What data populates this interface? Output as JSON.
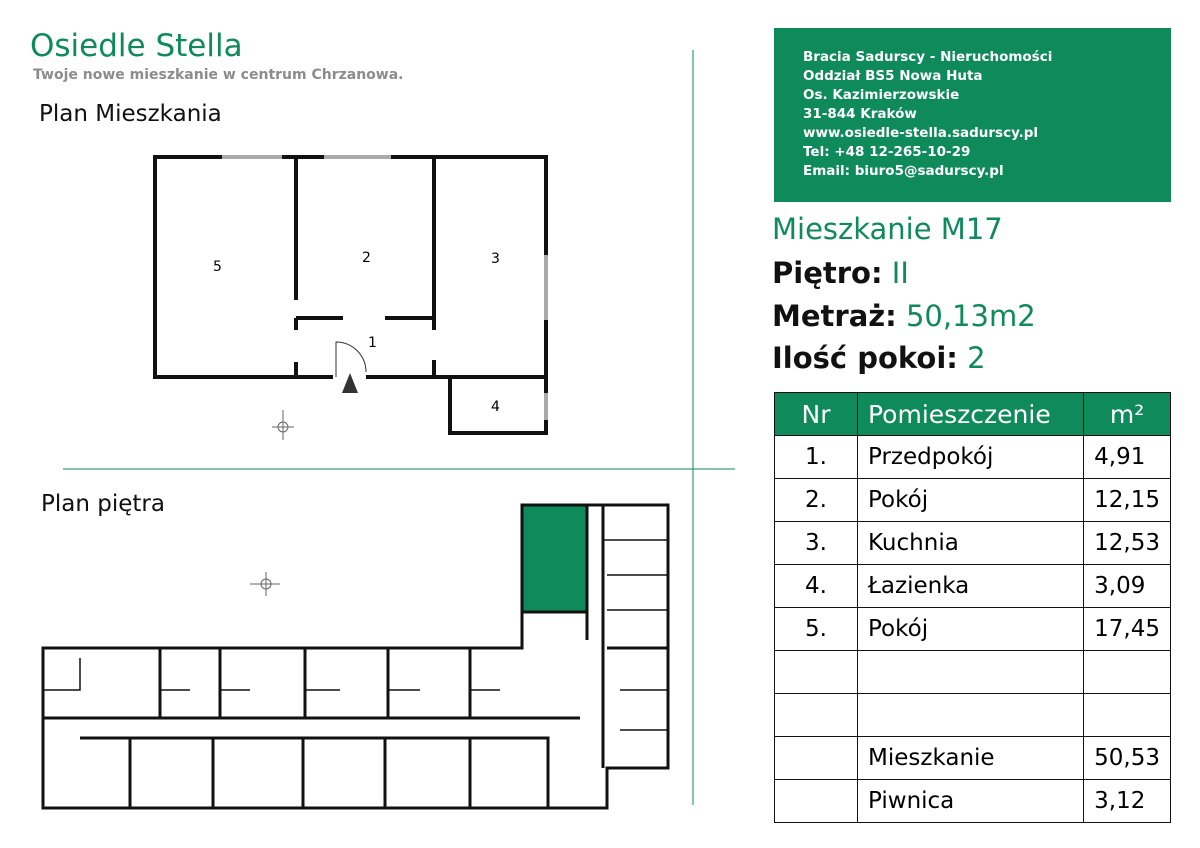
{
  "brand": "Osiedle Stella",
  "tagline": "Twoje nowe mieszkanie w centrum Chrzanowa.",
  "plan_title": "Plan Mieszkania",
  "floor_title": "Plan piętra",
  "room_labels": [
    "5",
    "2",
    "3",
    "1",
    "4"
  ],
  "info": [
    "Bracia Sadurscy - Nieruchomości",
    "Oddział BS5 Nowa Huta",
    "Os. Kazimierzowskie",
    "31-844 Kraków",
    "www.osiedle-stella.sadurscy.pl",
    "Tel: +48 12-265-10-29",
    "Email: biuro5@sadurscy.pl"
  ],
  "apartment": "Mieszkanie M17",
  "floor": {
    "label": "Piętro:",
    "value": "II"
  },
  "area": {
    "label": "Metraż:",
    "value": "50,13m2"
  },
  "rooms": {
    "label": "Ilość pokoi:",
    "value": "2"
  },
  "table": {
    "headers": [
      "Nr",
      "Pomieszczenie",
      "m²"
    ],
    "rows": [
      [
        "1.",
        "Przedpokój",
        "4,91"
      ],
      [
        "2.",
        "Pokój",
        "12,15"
      ],
      [
        "3.",
        "Kuchnia",
        "12,53"
      ],
      [
        "4.",
        "Łazienka",
        "3,09"
      ],
      [
        "5.",
        "Pokój",
        "17,45"
      ],
      [
        "",
        "",
        ""
      ],
      [
        "",
        "",
        ""
      ],
      [
        "",
        "Mieszkanie",
        "50,53"
      ],
      [
        "",
        "Piwnica",
        "3,12"
      ]
    ]
  },
  "accent": "#0e8a5b"
}
